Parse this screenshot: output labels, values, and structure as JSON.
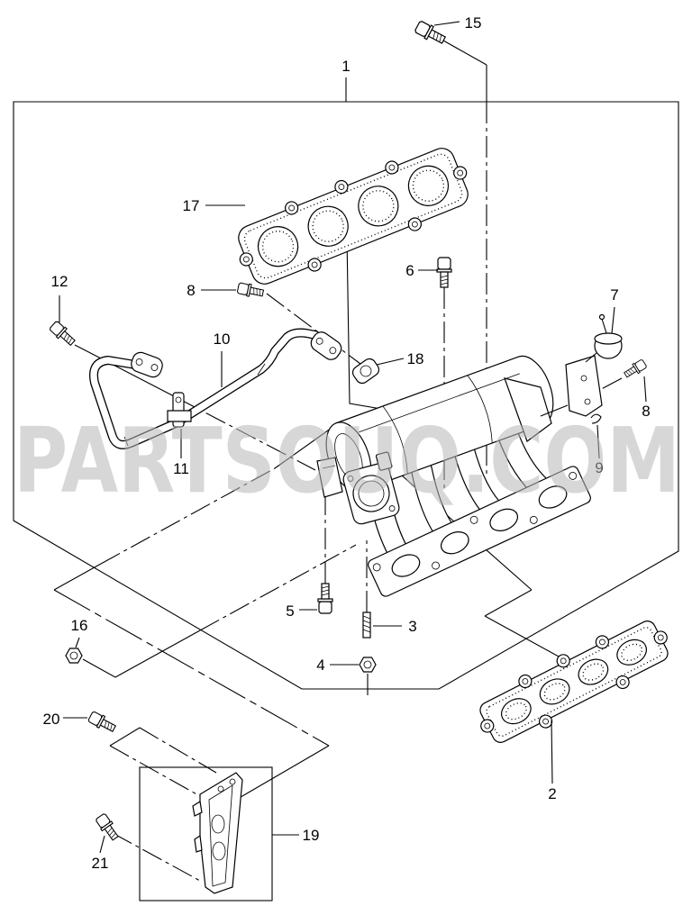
{
  "watermark": {
    "text": "PARTSOUQ.COM",
    "color": "#b8b8b8"
  },
  "callouts": [
    "15",
    "1",
    "17",
    "12",
    "6",
    "7",
    "8",
    "10",
    "18",
    "8",
    "9",
    "11",
    "5",
    "3",
    "16",
    "4",
    "20",
    "2",
    "19",
    "21"
  ],
  "colors": {
    "line": "#000000",
    "background": "#ffffff"
  }
}
